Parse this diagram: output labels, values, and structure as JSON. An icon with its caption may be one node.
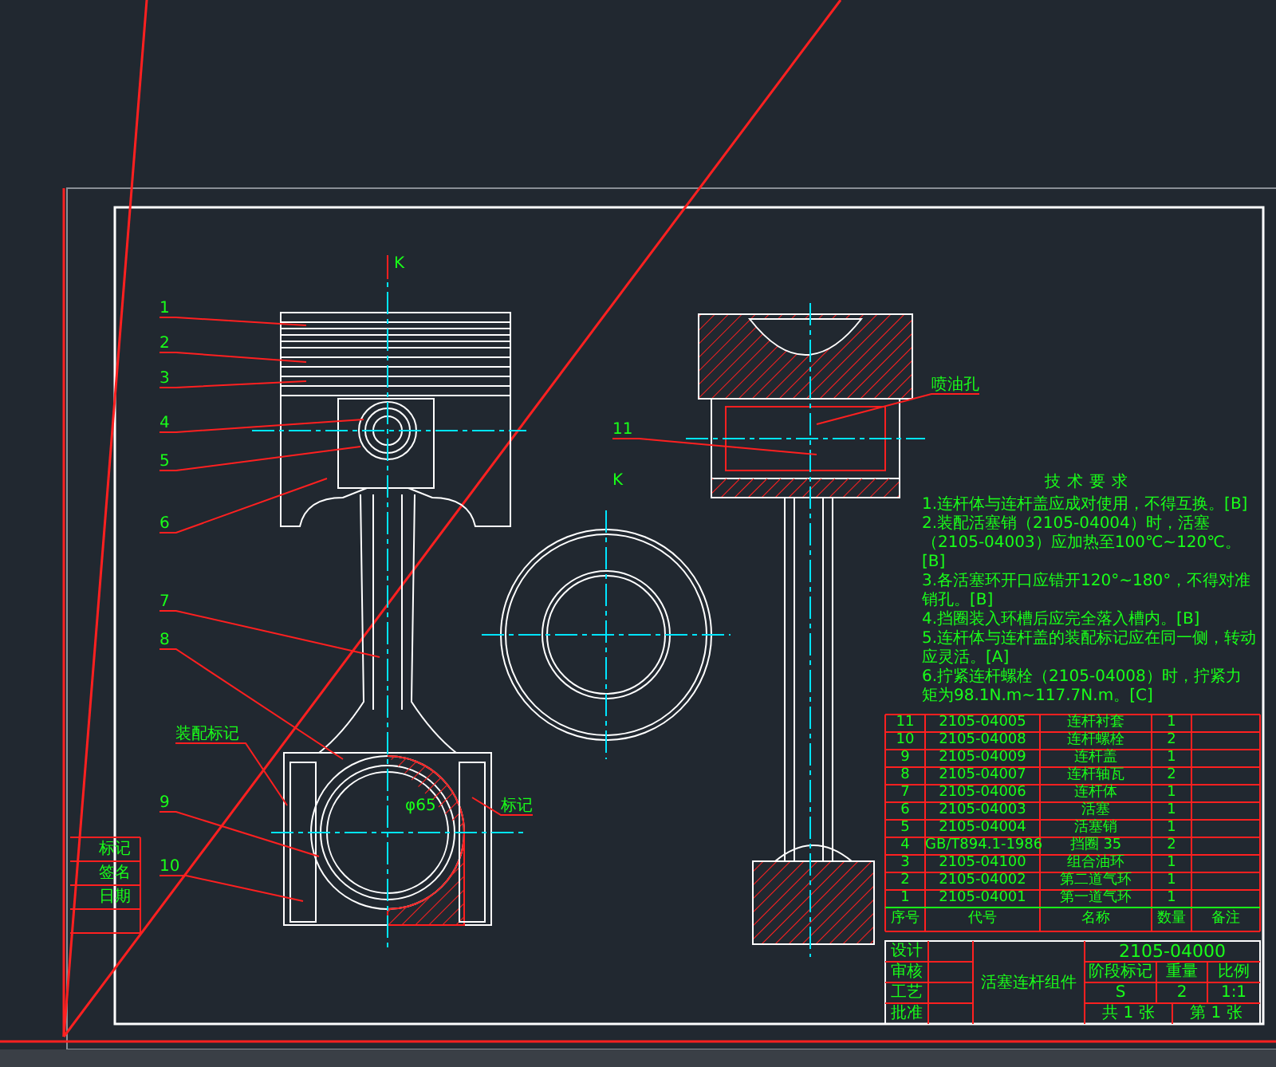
{
  "diagram": {
    "nodes": [
      {
        "text": [
          "1"
        ]
      },
      {
        "text": [
          "2"
        ]
      },
      {
        "text": [
          "3"
        ]
      },
      {
        "text": [
          "4"
        ]
      },
      {
        "text": [
          "5"
        ]
      },
      {
        "text": [
          "6"
        ]
      },
      {
        "text": [
          "7"
        ]
      },
      {
        "text": [
          "8"
        ]
      },
      {
        "text": [
          "9"
        ]
      },
      {
        "text": [
          "10"
        ]
      },
      {
        "text": [
          "11"
        ]
      },
      {
        "text": [
          "装配标记"
        ]
      },
      {
        "text": [
          "标记"
        ]
      },
      {
        "text": [
          "喷油孔"
        ]
      },
      {
        "text": [],
        "shape": "picture"
      },
      {
        "text": [],
        "shape": "picture"
      }
    ],
    "edges": [
      {
        "from": 0,
        "to": 14,
        "arrow": "none"
      },
      {
        "from": 1,
        "to": 14,
        "arrow": "none"
      },
      {
        "from": 2,
        "to": 14,
        "arrow": "none"
      },
      {
        "from": 3,
        "to": 14,
        "arrow": "none"
      },
      {
        "from": 4,
        "to": 14,
        "arrow": "none"
      },
      {
        "from": 5,
        "to": 14,
        "arrow": "none"
      },
      {
        "from": 6,
        "to": 14,
        "arrow": "none"
      },
      {
        "from": 7,
        "to": 14,
        "arrow": "none"
      },
      {
        "from": 8,
        "to": 14,
        "arrow": "none"
      },
      {
        "from": 9,
        "to": 14,
        "arrow": "none"
      },
      {
        "from": 10,
        "to": 15,
        "arrow": "none"
      },
      {
        "from": 11,
        "to": 14,
        "arrow": "none"
      },
      {
        "from": 12,
        "to": 14,
        "arrow": "none"
      },
      {
        "from": 13,
        "to": 15,
        "arrow": "none"
      }
    ],
    "labels": [
      "K",
      "K",
      "φ65",
      "技术要求",
      "1.连杆体与连杆盖应成对使用，不得互换。[B]",
      "2.装配活塞销（2105-04004）时，活塞（2105-04003）应加热至100℃~120℃。[B]",
      "3.各活塞环开口应错开120°~180°，不得对准销孔。[B]",
      "4.挡圈装入环槽后应完全落入槽内。[B]",
      "5.连杆体与连杆盖的装配标记应在同一侧，转动应灵活。[A]",
      "6.拧紧连杆螺栓（2105-04008）时，拧紧力矩为98.1N.m~117.7N.m。[C]",
      "11",
      "2105-04005",
      "连杆衬套",
      "1",
      "10",
      "2105-04008",
      "连杆螺栓",
      "2",
      "9",
      "2105-04009",
      "连杆盖",
      "1",
      "8",
      "2105-04007",
      "连杆轴瓦",
      "2",
      "7",
      "2105-04006",
      "连杆体",
      "1",
      "6",
      "2105-04003",
      "活塞",
      "1",
      "5",
      "2105-04004",
      "活塞销",
      "1",
      "4",
      "GB/T894.1-1986",
      "挡圈 35",
      "2",
      "3",
      "2105-04100",
      "组合油环",
      "1",
      "2",
      "2105-04002",
      "第二道气环",
      "1",
      "1",
      "2105-04001",
      "第一道气环",
      "1",
      "序号",
      "代号",
      "名称",
      "数量",
      "备注",
      "2105-04000",
      "活塞连杆组件",
      "阶段标记",
      "重量",
      "比例",
      "S",
      "2",
      "1:1",
      "共 1 张",
      "第 1 张",
      "设计",
      "审核",
      "工艺",
      "批准",
      "标记",
      "签名",
      "日期"
    ]
  }
}
